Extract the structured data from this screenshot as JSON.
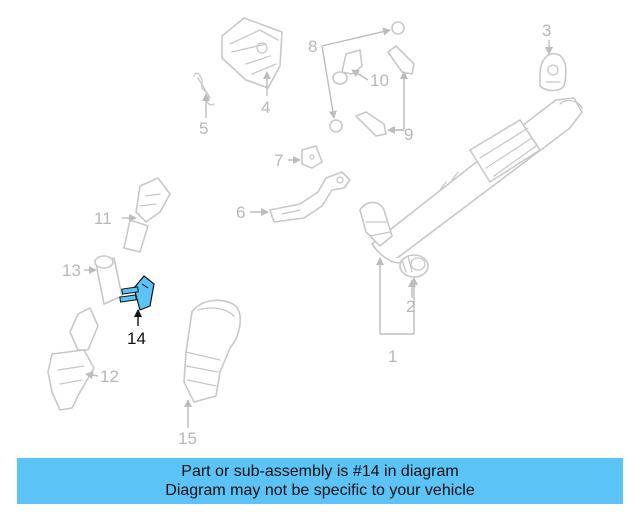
{
  "diagram": {
    "callouts": {
      "c1": "1",
      "c2": "2",
      "c3": "3",
      "c4": "4",
      "c5": "5",
      "c6": "6",
      "c7": "7",
      "c8": "8",
      "c9": "9",
      "c10": "10",
      "c11": "11",
      "c12": "12",
      "c13": "13",
      "c14": "14",
      "c15": "15"
    },
    "highlight_color": "#5bc3f5",
    "part_stroke_color": "#c8c8c8"
  },
  "info_bar": {
    "line1": "Part or sub-assembly is #14 in diagram",
    "line2": "Diagram may not be specific to your vehicle",
    "background": "#5bc3f5"
  }
}
